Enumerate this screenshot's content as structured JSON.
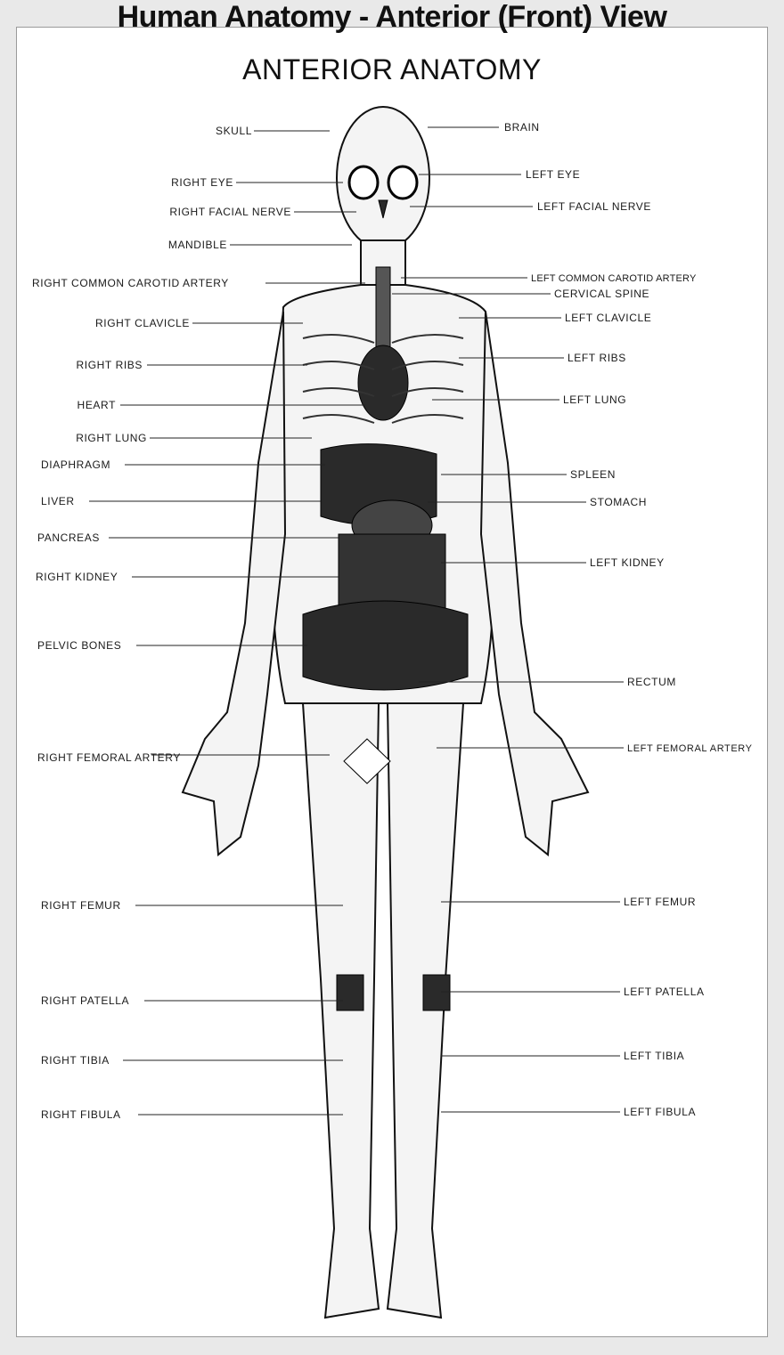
{
  "top_title": "Human Anatomy - Anterior (Front) View",
  "main_title": "ANTERIOR ANATOMY",
  "labels_right_side": [
    "SKULL",
    "RIGHT EYE",
    "RIGHT FACIAL NERVE",
    "MANDIBLE",
    "RIGHT COMMON CAROTID ARTERY",
    "RIGHT CLAVICLE",
    "RIGHT RIBS",
    "HEART",
    "RIGHT LUNG",
    "DIAPHRAGM",
    "LIVER",
    "PANCREAS",
    "RIGHT KIDNEY",
    "PELVIC BONES",
    "RIGHT FEMORAL ARTERY",
    "RIGHT FEMUR",
    "RIGHT PATELLA",
    "RIGHT TIBIA",
    "RIGHT FIBULA"
  ],
  "labels_left_side": [
    "BRAIN",
    "LEFT EYE",
    "LEFT FACIAL NERVE",
    "LEFT COMMON CAROTID ARTERY",
    "CERVICAL SPINE",
    "LEFT CLAVICLE",
    "LEFT RIBS",
    "LEFT LUNG",
    "SPLEEN",
    "STOMACH",
    "LEFT KIDNEY",
    "RECTUM",
    "LEFT FEMORAL ARTERY",
    "LEFT FEMUR",
    "LEFT PATELLA",
    "LEFT TIBIA",
    "LEFT FIBULA"
  ]
}
